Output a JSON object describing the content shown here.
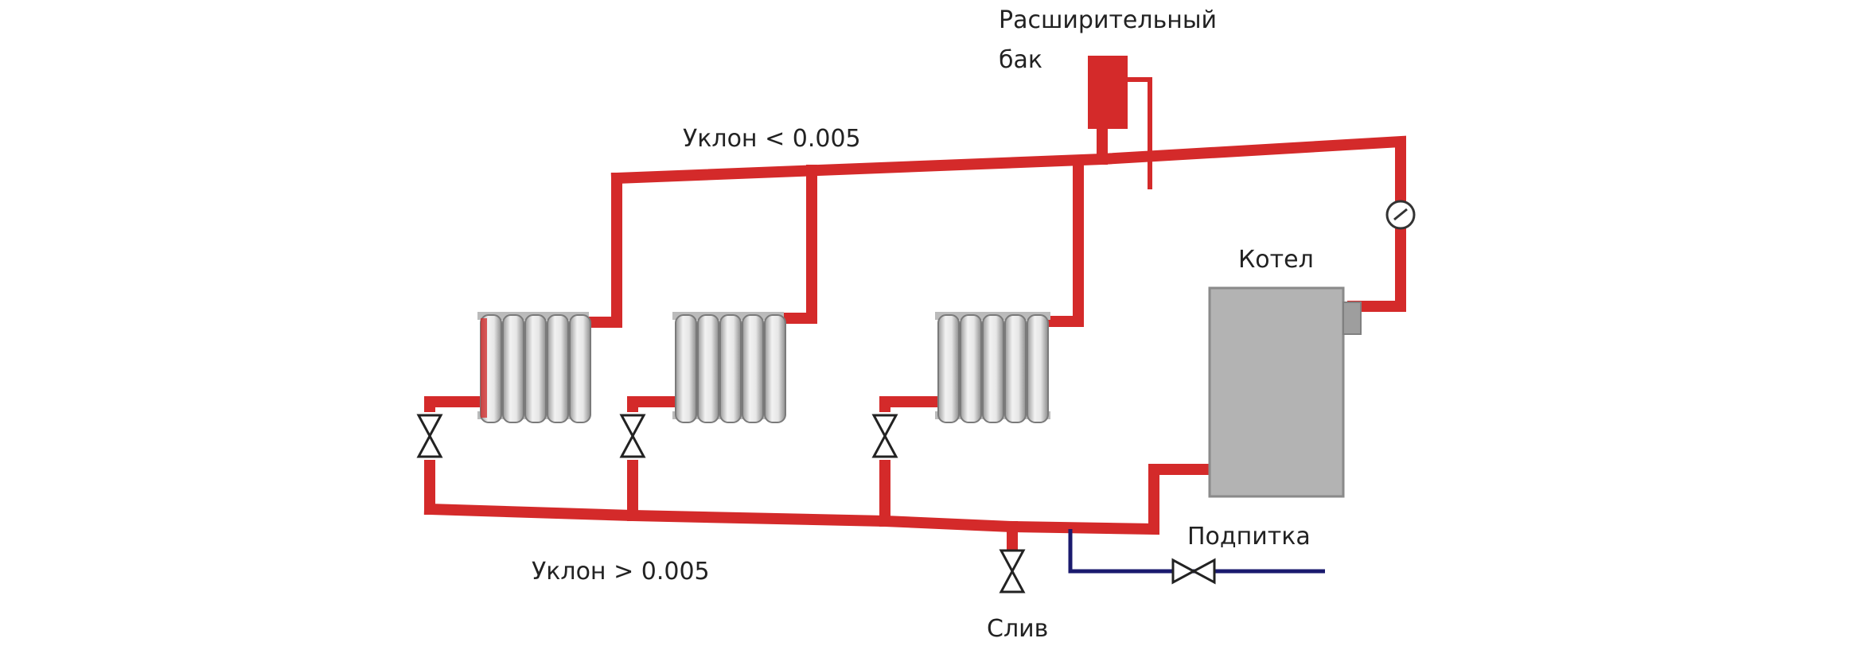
{
  "labels": {
    "tank_line1": "Расширительный",
    "tank_line2": "бак",
    "slope_top": "Уклон < 0.005",
    "boiler": "Котел",
    "makeup": "Подпитка",
    "slope_bottom": "Уклон > 0.005",
    "drain": "Слив"
  },
  "colors": {
    "pipe": "#d42a2a",
    "makeup_pipe": "#1a1a6e",
    "boiler_body": "#b3b3b3",
    "radiator": "#d6d6d6"
  },
  "icons": {
    "valve": "valve-icon",
    "gauge": "pressure-gauge-icon",
    "tank": "expansion-tank",
    "boiler": "boiler",
    "radiator": "radiator"
  }
}
